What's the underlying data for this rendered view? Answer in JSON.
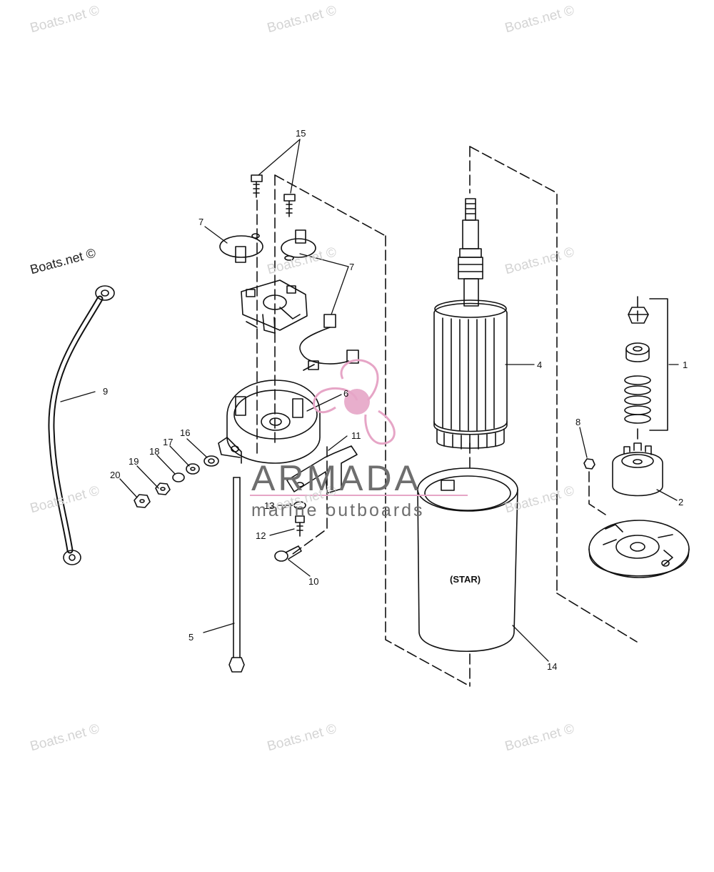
{
  "watermarks": {
    "text": "Boats.net ©"
  },
  "brand": {
    "name": "ARMADA",
    "tagline": "marine outboards",
    "accent_color": "#e6a5c6",
    "text_color": "#6e6e6e"
  },
  "callouts": {
    "c1": "1",
    "c2": "2",
    "c4": "4",
    "c5": "5",
    "c6": "6",
    "c7a": "7",
    "c7b": "7",
    "c8": "8",
    "c9": "9",
    "c10": "10",
    "c11": "11",
    "c12": "12",
    "c13": "13",
    "c14": "14",
    "c15": "15",
    "c16": "16",
    "c17": "17",
    "c18": "18",
    "c19": "19",
    "c20": "20"
  },
  "housing_label": "(STAR)"
}
